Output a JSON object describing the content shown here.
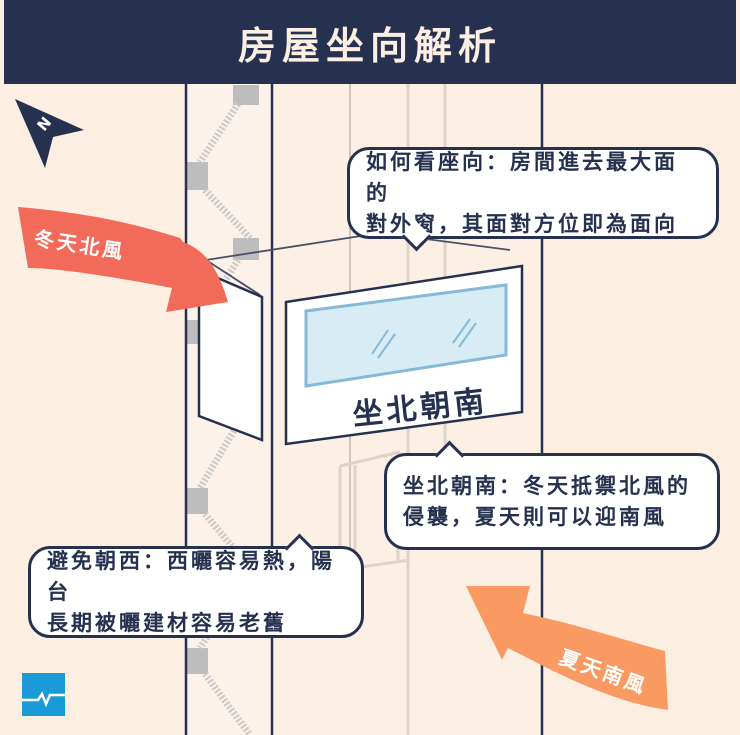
{
  "header": {
    "title": "房屋坐向解析"
  },
  "compass": {
    "label": "N",
    "color": "#26304f"
  },
  "arrows": {
    "winter": {
      "label": "冬天北風",
      "color": "#f26a5a"
    },
    "summer": {
      "label": "夏天南風",
      "color": "#f99a62"
    }
  },
  "window_sign": {
    "label": "坐北朝南"
  },
  "bubbles": {
    "how_to": {
      "line1": "如何看座向：房間進去最大面的",
      "line2": "對外窗，其面對方位即為面向"
    },
    "north_south": {
      "line1": "坐北朝南：冬天抵禦北風的",
      "line2": "侵襲，夏天則可以迎南風"
    },
    "avoid_west": {
      "line1": "避免朝西：西曬容易熱，陽台",
      "line2": "長期被曬建材容易老舊"
    }
  },
  "colors": {
    "navy": "#26304f",
    "background": "#fdeee2",
    "glass": "#d8ecf6",
    "logo": "#1a9ad6"
  },
  "logo": {
    "name": "pulse-logo"
  }
}
